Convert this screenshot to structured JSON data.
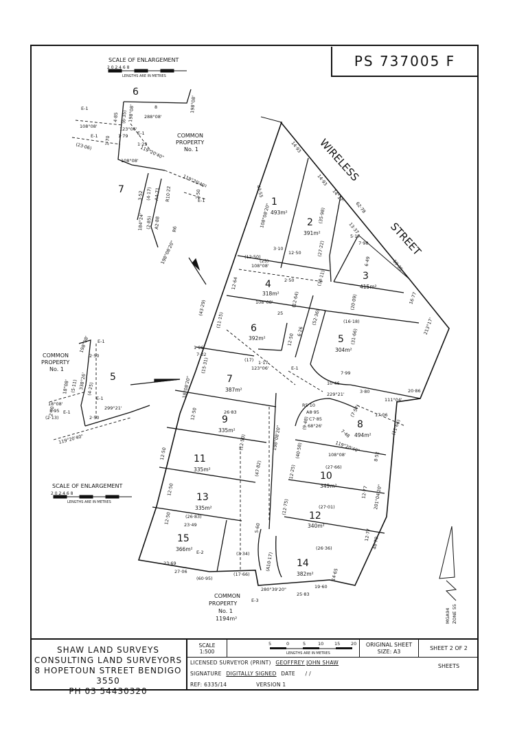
{
  "plan_number": "PS 737005 F",
  "street": {
    "word1": "WIRELESS",
    "word2": "STREET"
  },
  "enlargement_scale_top": {
    "title": "SCALE OF ENLARGEMENT",
    "ticks": "2  0  2  4  6  8",
    "units": "LENGTHS ARE IN METRES"
  },
  "enlargement_scale_left": {
    "title": "SCALE OF ENLARGEMENT",
    "ticks": "2  0  2  4  6  8",
    "units": "LENGTHS ARE IN METRES"
  },
  "common_property_top": {
    "line1": "COMMON",
    "line2": "PROPERTY",
    "line3": "No. 1"
  },
  "common_property_left": {
    "line1": "COMMON",
    "line2": "PROPERTY",
    "line3": "No. 1"
  },
  "common_property_bottom": {
    "line1": "COMMON",
    "line2": "PROPERTY",
    "line3": "No. 1",
    "area": "1194m²"
  },
  "lots": [
    {
      "no": "1",
      "area": "493m²"
    },
    {
      "no": "2",
      "area": "391m²"
    },
    {
      "no": "3",
      "area": "415m²"
    },
    {
      "no": "4",
      "area": "318m²"
    },
    {
      "no": "5",
      "area": "304m²"
    },
    {
      "no": "6",
      "area": "392m²"
    },
    {
      "no": "7",
      "area": "387m²"
    },
    {
      "no": "8",
      "area": "494m²"
    },
    {
      "no": "9",
      "area": "335m²"
    },
    {
      "no": "10",
      "area": "349m²"
    },
    {
      "no": "11",
      "area": "335m²"
    },
    {
      "no": "12",
      "area": "340m²"
    },
    {
      "no": "13",
      "area": "335m²"
    },
    {
      "no": "14",
      "area": "382m²"
    },
    {
      "no": "15",
      "area": "366m²"
    }
  ],
  "enlarge_lot_labels": {
    "top6": "6",
    "top7": "7",
    "left5": "5"
  },
  "dims": {
    "d1": "14·93",
    "d2": "14·93",
    "d3": "14°17'",
    "d4": "62·78",
    "d5": "43·55",
    "d6": "108°08'20\"",
    "d7": "19·35",
    "d8": "16·77",
    "d9": "213°17'",
    "d10": "12·50",
    "d11": "12·50",
    "d12": "108°08'",
    "d13": "25",
    "d14": "108°08'",
    "d15": "12·50",
    "d16": "18°08'20\"",
    "d17": "20·86",
    "d18": "111°04'",
    "d19": "R5·10",
    "d20": "26·83",
    "d21": "12·50",
    "d22": "12·50",
    "d23": "12·50",
    "d24": "23·49",
    "d25": "27·06",
    "d26": "23·69",
    "d27": "(60·95)",
    "d28": "280°39'20\"",
    "d29": "25·83",
    "d30": "19·60",
    "d31": "14·65",
    "d32": "12·77",
    "d33": "12·77",
    "d34": "48·70",
    "d35": "8·52",
    "d36": "201°04'20\"",
    "d37": "108°08'",
    "d38": "(27·66)",
    "d39": "(26·36)",
    "d40": "(27·01)",
    "d41": "(26·83)",
    "d42": "(17·66)",
    "d43": "E-3",
    "d44": "E-1",
    "d45": "E-2",
    "d46": "(31·66)",
    "d47": "(16·18)",
    "d48": "(20·09)",
    "d49": "(38·11)",
    "d50": "(52·36)",
    "d51": "(43·29)",
    "d52": "(11·15)",
    "d53": "1·96",
    "d54": "7·32",
    "d55": "(15·31)",
    "d56": "(47·82)",
    "d57": "5·60",
    "d58": "(12·50)",
    "d59": "(25)",
    "d60": "(35·98)",
    "d61": "(27·22)",
    "d62": "13·37",
    "d63": "7·98",
    "d64": "12·64",
    "d65": "(12·64)",
    "d66": "10·46",
    "d67": "7·99",
    "d68": "3·80",
    "d69": "229°21'",
    "d70": "68°26'",
    "d71": "A8·95",
    "d72": "C7·85",
    "d73": "119°20'40\"",
    "d74": "(40·58)",
    "d75": "(9·48)",
    "d76": "7·48",
    "d77": "17·06",
    "d78": "(11·66)",
    "d79": "(7·57)",
    "d80": "(12·25)",
    "d81": "(12·75)",
    "d82": "(3·34)",
    "d83": "(A10·17)",
    "d84": "3·10",
    "d85": "2·50",
    "d86": "(12·50)",
    "d87": "198°08'20\"",
    "d88": "1·17",
    "d89": "123°06'",
    "d90": "(17)",
    "d91": "5·17",
    "d92": "6·49",
    "d93": "6·26"
  },
  "enl_top_dims": {
    "a": "E-1",
    "b": "4·85",
    "c": "(6·35)",
    "d": "198°08'",
    "e": "8",
    "f": "288°08'",
    "g": "198°08'",
    "h": "108°08'",
    "i": "E-1",
    "j": "1·70",
    "k": "123°06'",
    "l": "1·79",
    "m": "E-1",
    "n": "1·23",
    "o": "119°20'40\"",
    "p": "(23·06)",
    "q": "108°08'",
    "r": "119°20'40\"",
    "s": "3·52",
    "t": "(4·17)",
    "u": "A4·71",
    "v": "R10·22",
    "w": "2·50",
    "x": "E-1",
    "y": "184°24'",
    "z": "(2·85)",
    "aa": "A2·88",
    "ab": "R6",
    "ac": "198°08'20\""
  },
  "enl_left_dims": {
    "a": "198°08'",
    "b": "E-1",
    "c": "2·50",
    "d": "18°08'",
    "e": "(5·11)",
    "f": "338°26'",
    "g": "(4·25)",
    "h": "18°08'",
    "i": "3·95",
    "j": "(2·13)",
    "k": "2·50",
    "l": "E-1",
    "m": "2·50",
    "n": "299°21'",
    "o": "119°20'40\"",
    "p": "E-1"
  },
  "grid_note": {
    "line1": "MGA94",
    "line2": "ZONE 55"
  },
  "firm": {
    "line1": "SHAW LAND SURVEYS",
    "line2": "CONSULTING LAND SURVEYORS",
    "line3": "8 HOPETOUN STREET BENDIGO 3550",
    "line4": "PH 03 54430320"
  },
  "scale_box": {
    "label": "SCALE",
    "ratio": "1:500"
  },
  "bar_scale": {
    "ticks": [
      "5",
      "0",
      "5",
      "10",
      "15",
      "20"
    ],
    "units": "LENGTHS ARE IN METRES"
  },
  "original_sheet": {
    "line1": "ORIGINAL SHEET",
    "line2": "SIZE: A3"
  },
  "sheet_info": "SHEET 2 OF 2 SHEETS",
  "surveyor": {
    "label": "LICENSED SURVEYOR (PRINT)",
    "name": "GEOFFREY JOHN SHAW",
    "sig_label": "SIGNATURE",
    "sig_value": "DIGITALLY SIGNED",
    "date_label": "DATE",
    "date_value": "/     /",
    "ref_label": "REF:",
    "ref_value": "6335/14",
    "version": "VERSION 1"
  }
}
